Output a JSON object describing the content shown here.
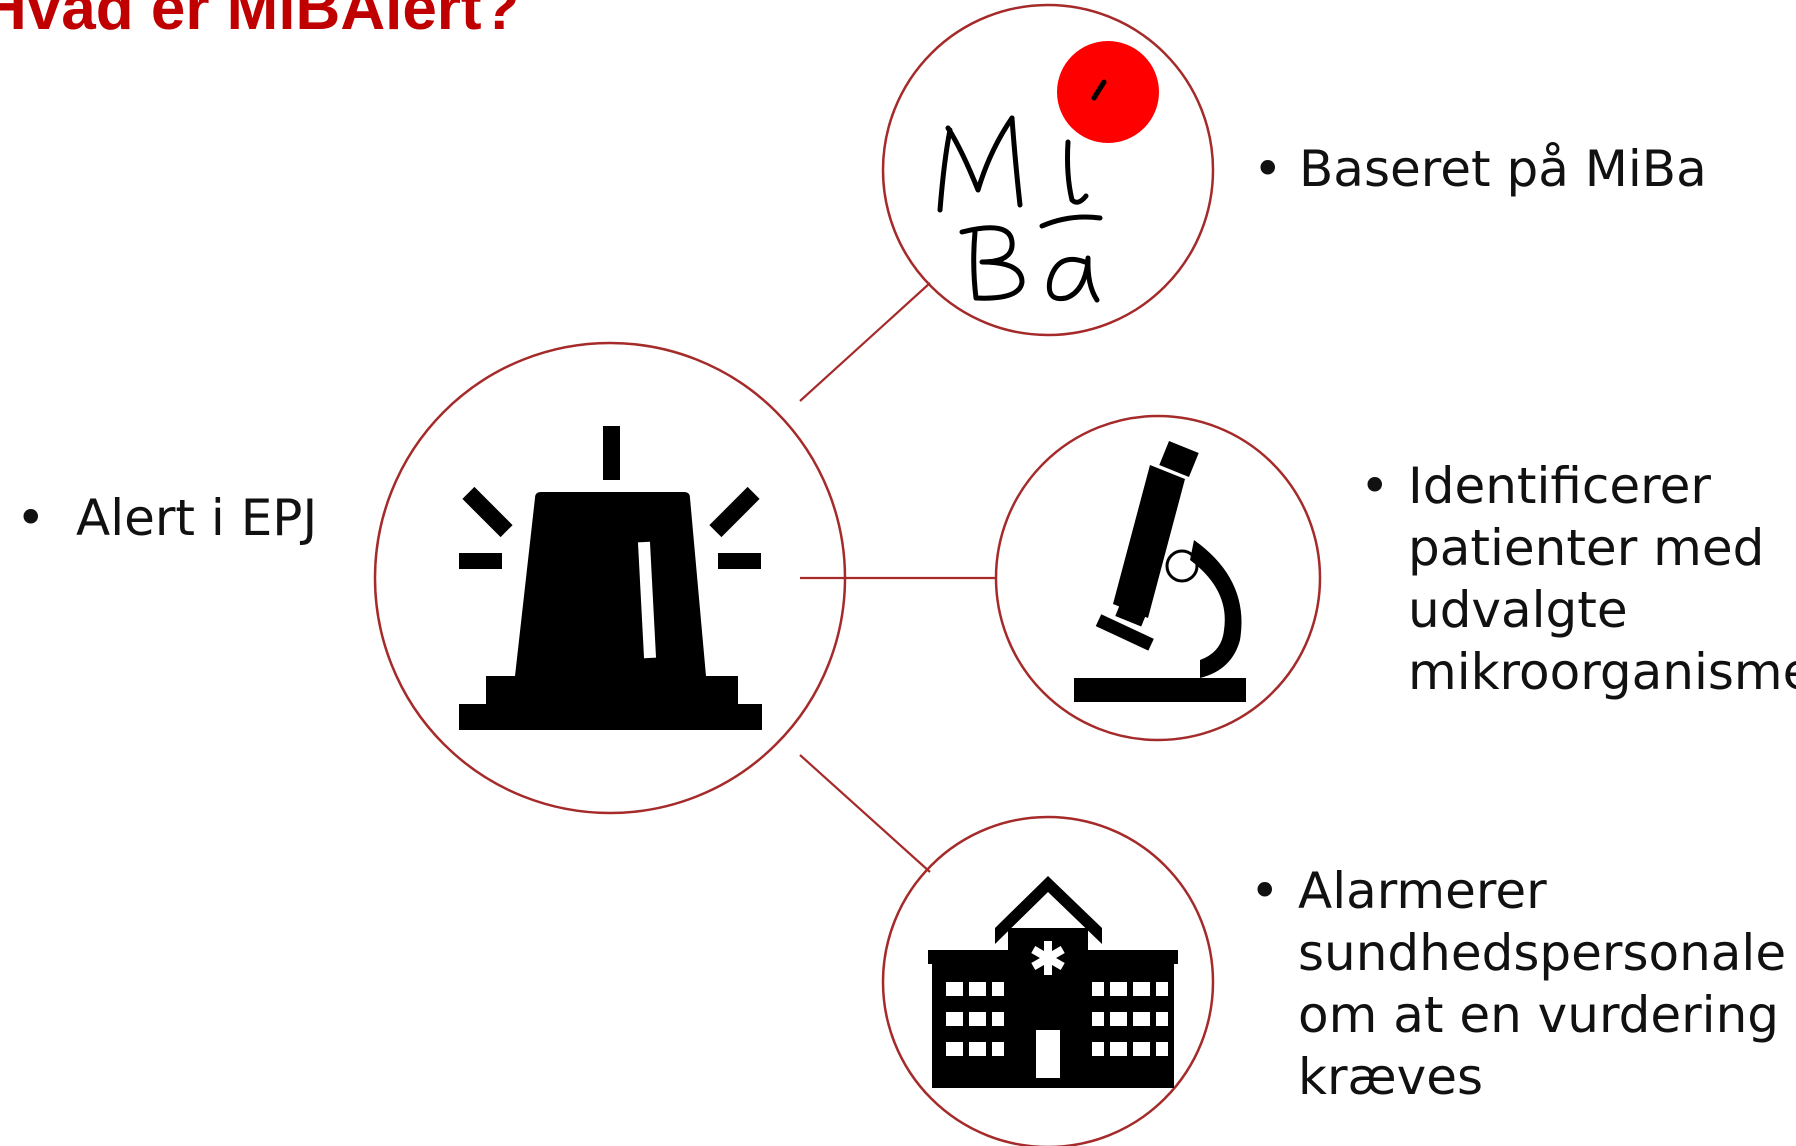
{
  "title": "Hvad er MiBAlert?",
  "colors": {
    "title": "#c00000",
    "circle_stroke": "#a52a2a",
    "connector": "#a52a2a",
    "icon_fill": "#000000",
    "miba_dot": "#ff0000"
  },
  "icons": {
    "center": "siren-icon",
    "top": "miba-logo",
    "middle": "microscope-icon",
    "bottom": "hospital-icon"
  },
  "logo_text": "MiBa",
  "bullet_symbol": "•",
  "bullets": {
    "left": "Alert i EPJ",
    "miba": "Baseret på MiBa",
    "micro": "Identificerer\npatienter med\nudvalgte\nmikroorganismer",
    "alarm": "Alarmerer\nsundhedspersonale\nom at en vurdering\nkræves"
  }
}
